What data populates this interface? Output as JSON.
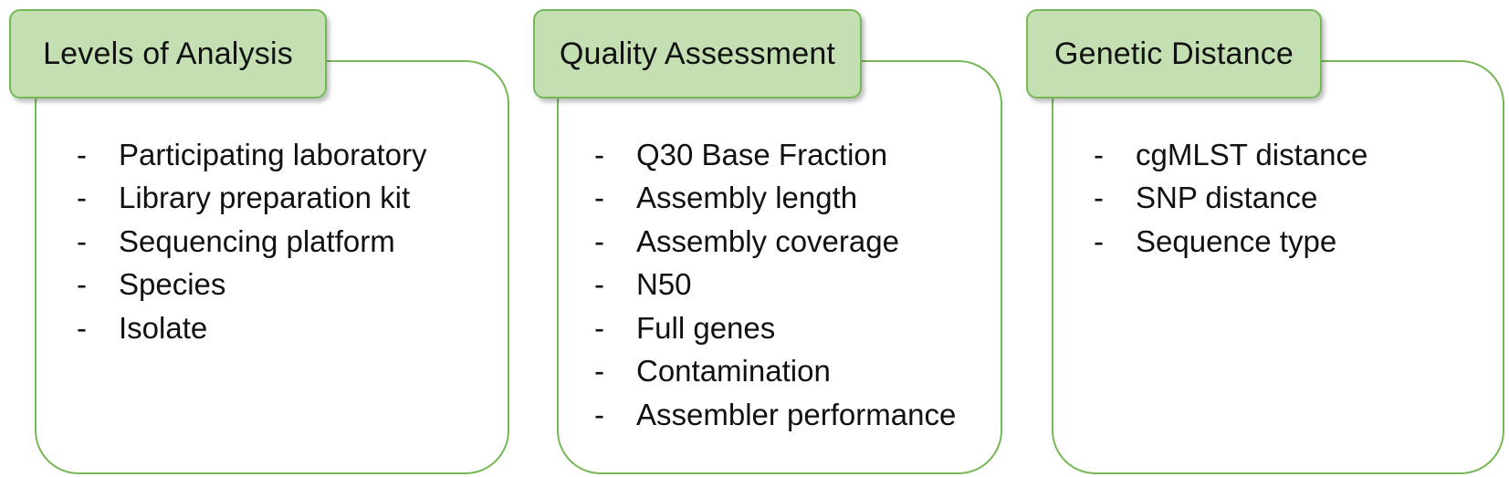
{
  "panels": [
    {
      "title": "Levels of Analysis",
      "items": [
        "Participating laboratory",
        "Library preparation kit",
        "Sequencing platform",
        "Species",
        "Isolate"
      ]
    },
    {
      "title": "Quality Assessment",
      "items": [
        "Q30 Base Fraction",
        "Assembly length",
        "Assembly coverage",
        "N50",
        "Full genes",
        "Contamination",
        "Assembler performance"
      ]
    },
    {
      "title": "Genetic Distance",
      "items": [
        "cgMLST distance",
        "SNP distance",
        "Sequence type"
      ]
    }
  ],
  "bullet": "-",
  "colors": {
    "border": "#76b856",
    "header_fill": "#c4e0b2",
    "text": "#111111"
  }
}
